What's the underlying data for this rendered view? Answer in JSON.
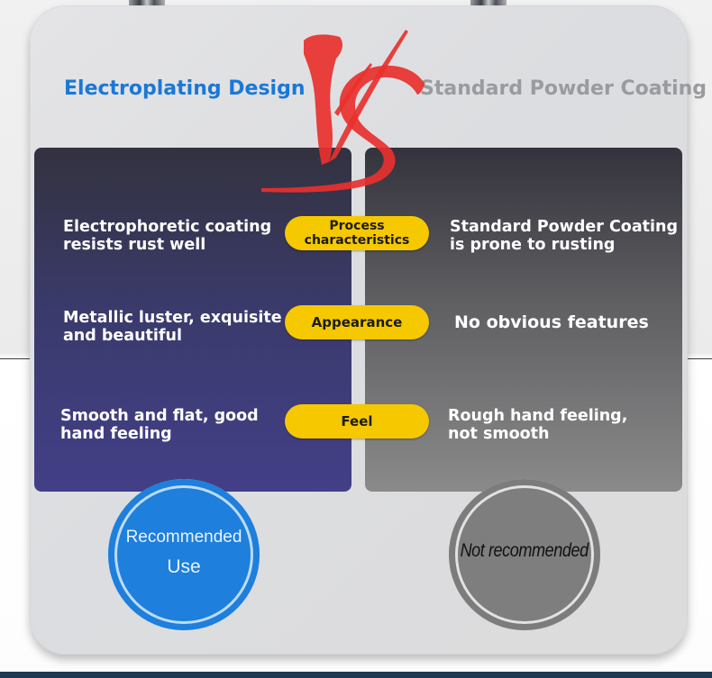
{
  "headers": {
    "left_title": "Electroplating Design",
    "right_title": "Standard Powder Coating",
    "vs_label": "VS"
  },
  "comparison": {
    "rows": [
      {
        "category_lines": [
          "Process",
          "characteristics"
        ],
        "left_lines": [
          "Electrophoretic coating",
          "resists rust well"
        ],
        "right_lines": [
          "Standard Powder Coating",
          "is prone to rusting"
        ]
      },
      {
        "category_lines": [
          "Appearance"
        ],
        "left_lines": [
          "Metallic luster, exquisite",
          "and beautiful"
        ],
        "right_lines": [
          "No obvious features"
        ]
      },
      {
        "category_lines": [
          "Feel"
        ],
        "left_lines": [
          "Smooth and flat, good",
          "hand feeling"
        ],
        "right_lines": [
          "Rough hand feeling,",
          "not smooth"
        ]
      }
    ]
  },
  "badges": {
    "left": {
      "lines": [
        "Recommended",
        "Use"
      ]
    },
    "right": {
      "lines": [
        "Not recommended"
      ]
    }
  },
  "colors": {
    "left_title": "#1a78d6",
    "right_title": "#9a9b9f",
    "pill": "#f6c800",
    "vs": "#e8302e",
    "recommended": "#1e7fdc",
    "not_recommended": "#7e7e7e"
  }
}
